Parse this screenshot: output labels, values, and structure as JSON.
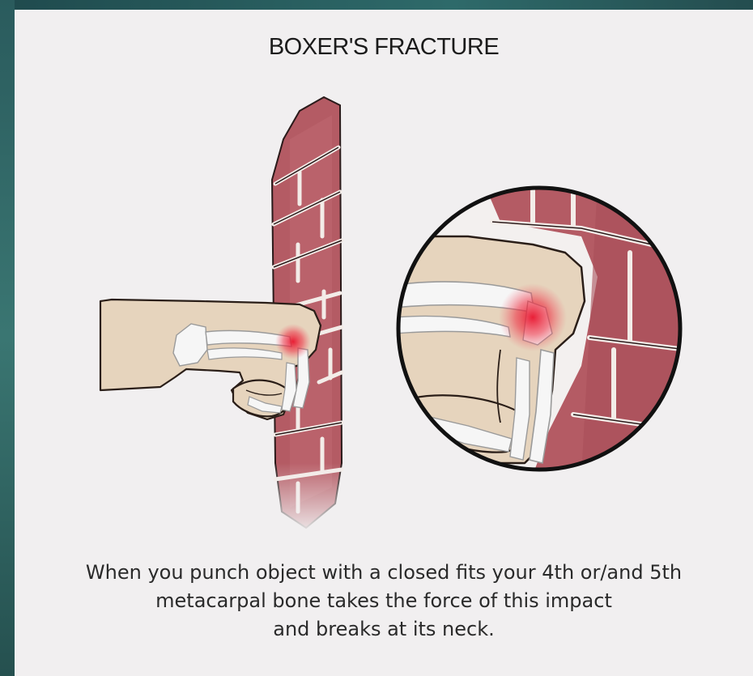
{
  "title": "BOXER'S FRACTURE",
  "caption": {
    "line1": "When you punch object with a closed fits your 4th or/and 5th",
    "line2": "metacarpal bone takes the force of this impact",
    "line3": "and breaks at its neck."
  },
  "colors": {
    "background": "#f1eff0",
    "brick": "#b45b64",
    "mortar": "#f3ece8",
    "skin": "#e6d4bd",
    "bone": "#f6f6f6",
    "injury": "#e8142d",
    "frame": "#2f5f62"
  },
  "icons": [
    "brick-wall",
    "fist",
    "metacarpal-bones",
    "fracture-glow",
    "magnifier-circle"
  ]
}
